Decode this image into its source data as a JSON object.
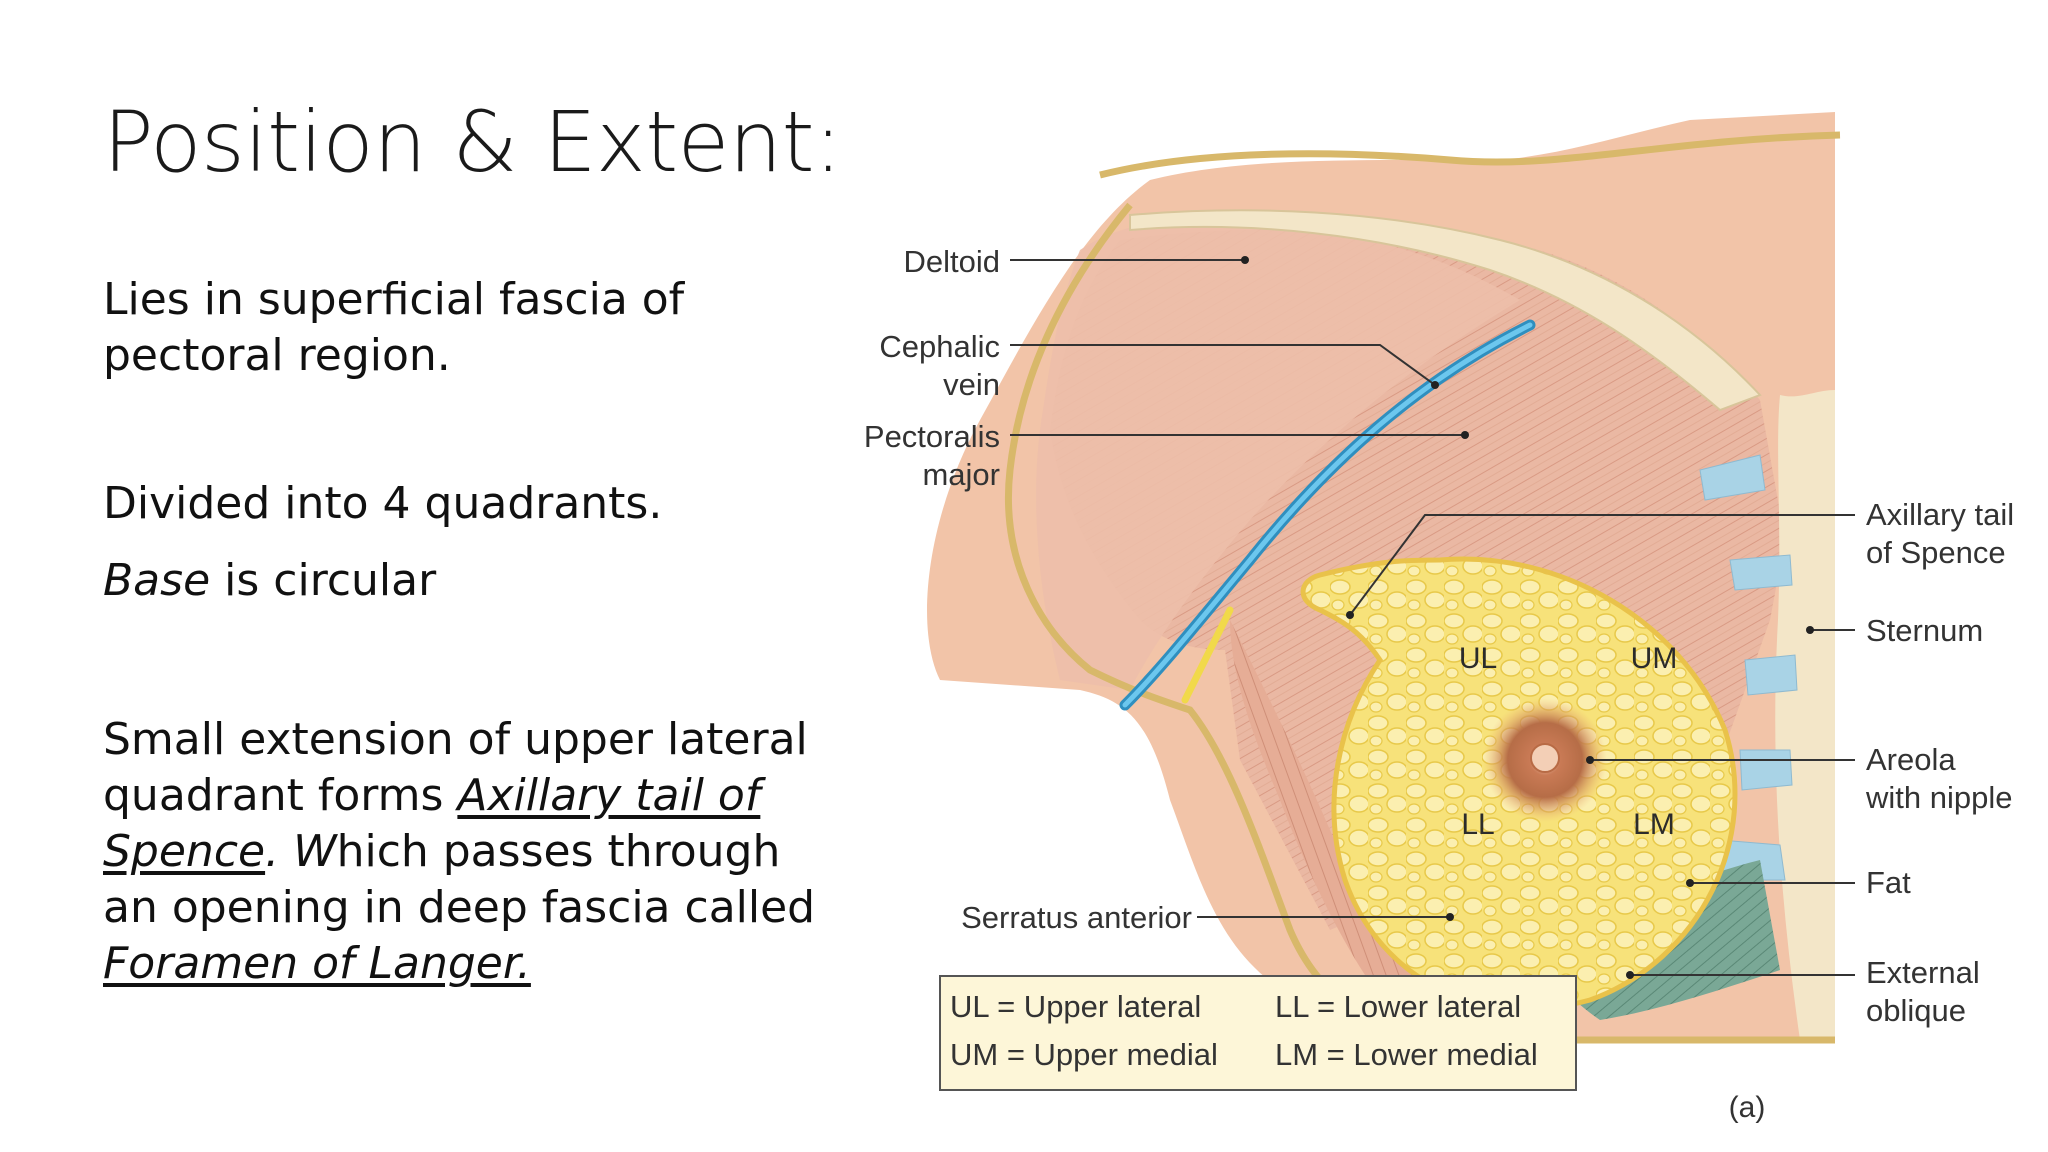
{
  "slide": {
    "title": "Position & Extent:",
    "para1": "Lies in superficial fascia of pectoral region.",
    "para2": "Divided into 4 quadrants.",
    "para3": {
      "base_word": "Base",
      "rest": " is circular"
    },
    "para4": {
      "lead": "Small extension of upper lateral quadrant forms ",
      "axillary_tail": "Axillary tail of Spence",
      "period": ".",
      "which_w": " W",
      "which_rest": "hich passes through an opening in deep fascia called ",
      "foramen": "Foramen of Langer."
    }
  },
  "figure": {
    "labels": {
      "deltoid": "Deltoid",
      "cephalic_1": "Cephalic",
      "cephalic_2": "vein",
      "pectoralis_1": "Pectoralis",
      "pectoralis_2": "major",
      "axillary_1": "Axillary tail",
      "axillary_2": "of Spence",
      "sternum": "Sternum",
      "areola_1": "Areola",
      "areola_2": "with nipple",
      "fat": "Fat",
      "external_1": "External",
      "external_2": "oblique",
      "serratus": "Serratus anterior",
      "ul": "UL",
      "um": "UM",
      "ll": "LL",
      "lm": "LM",
      "caption": "(a)"
    },
    "legend": {
      "row1_left": "UL  =  Upper lateral",
      "row1_right": "LL  =  Lower lateral",
      "row2_left": "UM =  Upper medial",
      "row2_right": "LM  =  Lower medial"
    },
    "colors": {
      "skin": "#f2c4a8",
      "muscle": "#e9b7a2",
      "fat_yellow": "#f7e27a",
      "areola": "#c06a45",
      "vein": "#3aa9d8",
      "bone": "#f3e6c8",
      "fascia_outline": "#d8b86a",
      "external_oblique": "#6f9e8a",
      "cartilage": "#a9d3e6"
    }
  }
}
